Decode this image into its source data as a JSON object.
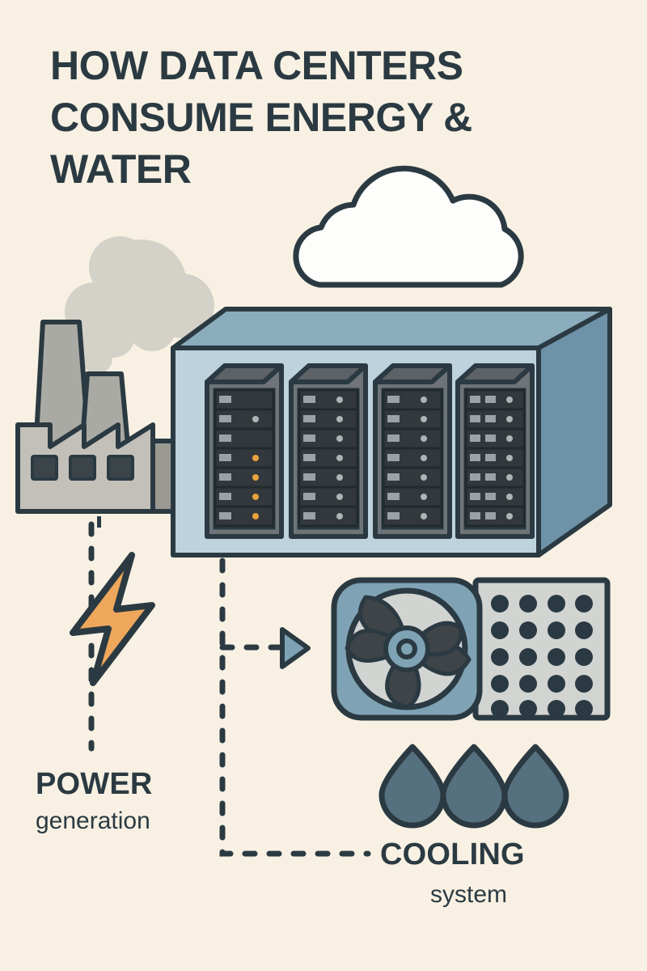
{
  "poster": {
    "title_lines": [
      "HOW DATA CENTERS",
      "CONSUME ENERGY &",
      "WATER"
    ],
    "background_color": "#F8F1E3",
    "ink_color": "#2B3A42"
  },
  "labels": {
    "power": {
      "primary": "POWER",
      "secondary": "generation"
    },
    "cooling": {
      "primary": "COOLING",
      "secondary": "system"
    }
  },
  "icons": {
    "cloud": "cloud-icon",
    "factory": "factory-icon",
    "smoke": "smoke-icon",
    "lightning": "lightning-bolt-icon",
    "datacenter": "data-center-icon",
    "server_rack": "server-rack-icon",
    "cooling_unit": "cooling-fan-unit-icon",
    "fan": "fan-icon",
    "vent": "vent-grid-icon",
    "droplet": "water-droplet-icon",
    "arrow": "flow-arrow-icon",
    "dashed_flow": "dashed-flow-line"
  },
  "colors": {
    "background": "#F8F1E3",
    "ink": "#2B3A42",
    "cloud_fill": "#FDFDFB",
    "factory_body": "#C3C0BA",
    "factory_chimney": "#AAAAA4",
    "factory_window": "#3A4449",
    "smoke": "#D4D2C8",
    "pipe": "#9A9992",
    "lightning": "#EFA75C",
    "datacenter_top": "#8AACBD",
    "datacenter_front": "#BDD2DC",
    "datacenter_side": "#6E93A8",
    "rack_body": "#6E7478",
    "rack_face": "#32383C",
    "rack_top": "#5C6266",
    "led_amber": "#E8A33D",
    "led_gray": "#AEB4B6",
    "slot_bar": "#9BA2A5",
    "cooling_body": "#7FA3B5",
    "vent_panel": "#D2D4D2",
    "fan_blade": "#3E4448",
    "fan_disc": "#D2D4D2",
    "droplet": "#55707F",
    "arrow": "#7FA3B5"
  },
  "counts": {
    "server_racks": 4,
    "rack_slots": 7,
    "vent_columns": 4,
    "vent_rows": 5,
    "droplets": 3,
    "fan_blades": 5,
    "factory_windows": 3,
    "factory_chimneys": 2
  },
  "racks": [
    {
      "bars": 1,
      "leds": [
        "none",
        "gray",
        "none",
        "amber",
        "amber",
        "amber",
        "amber"
      ]
    },
    {
      "bars": 1,
      "leds": [
        "gray",
        "gray",
        "gray",
        "gray",
        "gray",
        "gray",
        "gray"
      ]
    },
    {
      "bars": 1,
      "leds": [
        "gray",
        "gray",
        "gray",
        "gray",
        "gray",
        "gray",
        "gray"
      ]
    },
    {
      "bars": 2,
      "leds": [
        "gray",
        "gray",
        "gray",
        "gray",
        "gray",
        "gray",
        "gray"
      ]
    }
  ]
}
